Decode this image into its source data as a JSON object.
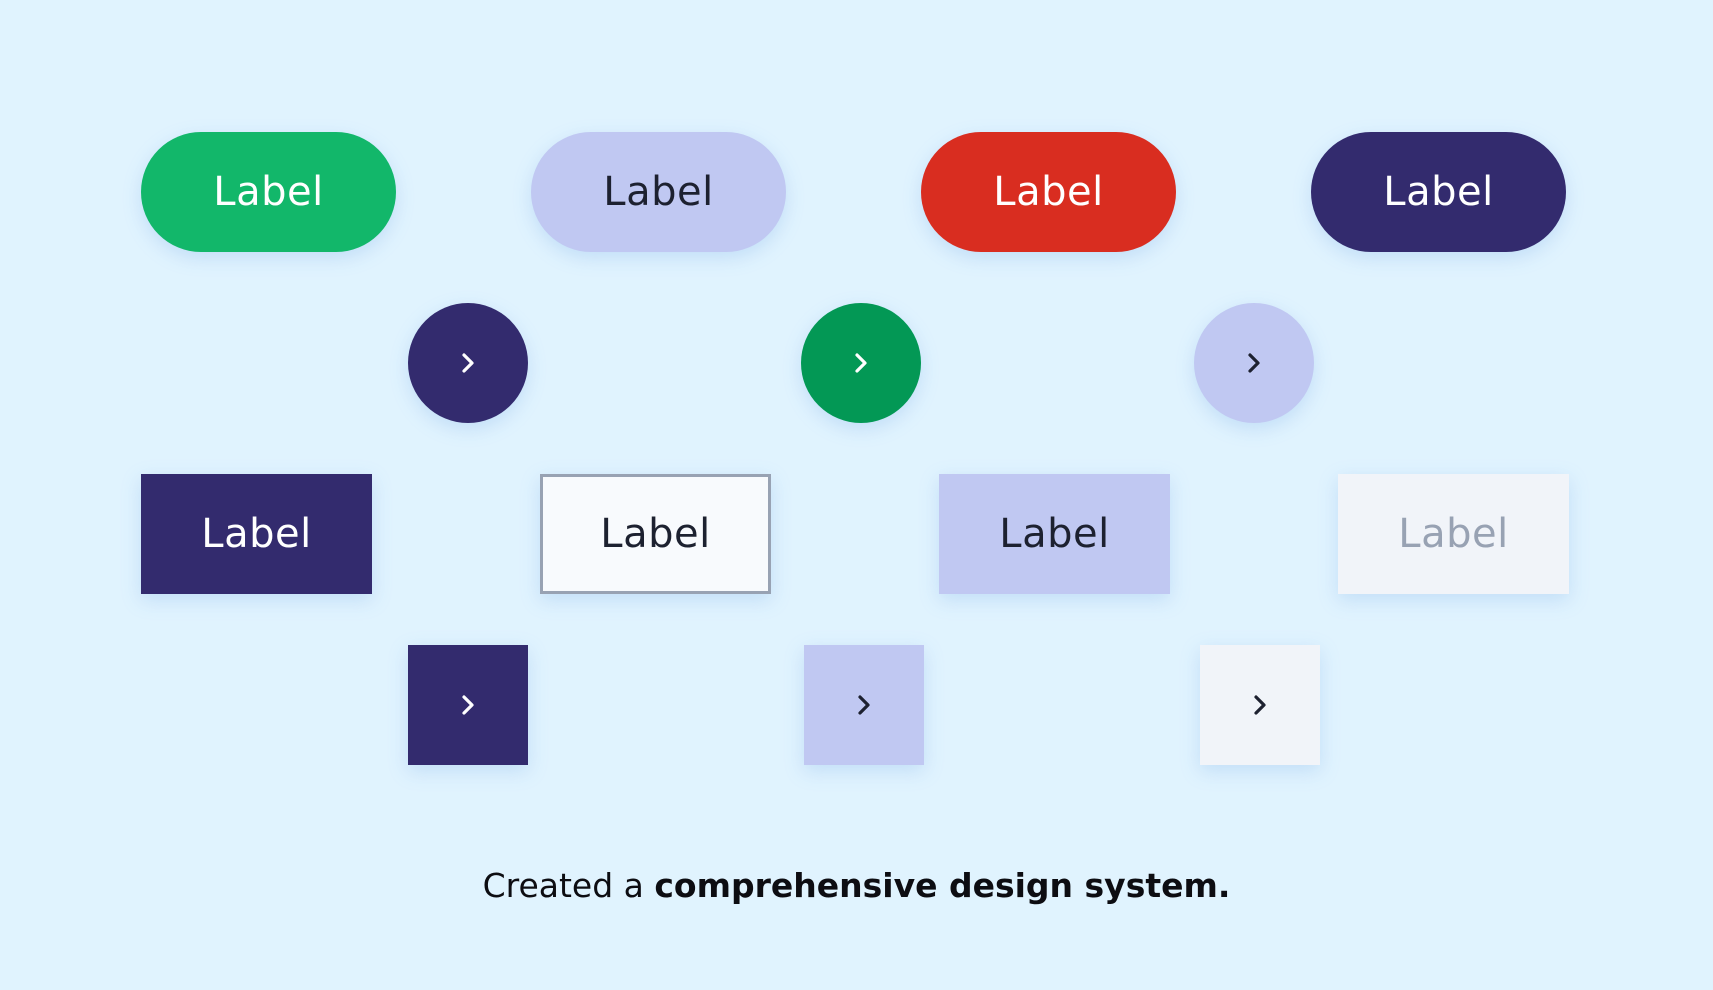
{
  "colors": {
    "background": "#e0f3fe",
    "green": "#12b76a",
    "dark_green": "#039855",
    "red": "#d92d20",
    "navy": "#332b6e",
    "lavender": "#c0c8f2",
    "white": "#f8fafd",
    "light_gray": "#f1f4f9",
    "border_gray": "#98a2b3",
    "text_dark": "#1d2130",
    "text_light": "#ffffff",
    "text_disabled": "#98a2b3"
  },
  "pill_buttons": [
    {
      "label": "Label",
      "variant": "green"
    },
    {
      "label": "Label",
      "variant": "lavender"
    },
    {
      "label": "Label",
      "variant": "red"
    },
    {
      "label": "Label",
      "variant": "navy"
    }
  ],
  "circle_icon_buttons": [
    {
      "icon": "chevron-right-icon",
      "variant": "navy"
    },
    {
      "icon": "chevron-right-icon",
      "variant": "dark-green"
    },
    {
      "icon": "chevron-right-icon",
      "variant": "lavender"
    }
  ],
  "rect_buttons": [
    {
      "label": "Label",
      "variant": "navy"
    },
    {
      "label": "Label",
      "variant": "outline"
    },
    {
      "label": "Label",
      "variant": "lavender"
    },
    {
      "label": "Label",
      "variant": "disabled"
    }
  ],
  "square_icon_buttons": [
    {
      "icon": "chevron-right-icon",
      "variant": "navy"
    },
    {
      "icon": "chevron-right-icon",
      "variant": "lavender"
    },
    {
      "icon": "chevron-right-icon",
      "variant": "light"
    }
  ],
  "caption": {
    "prefix": "Created a ",
    "emphasis": "comprehensive design system."
  }
}
